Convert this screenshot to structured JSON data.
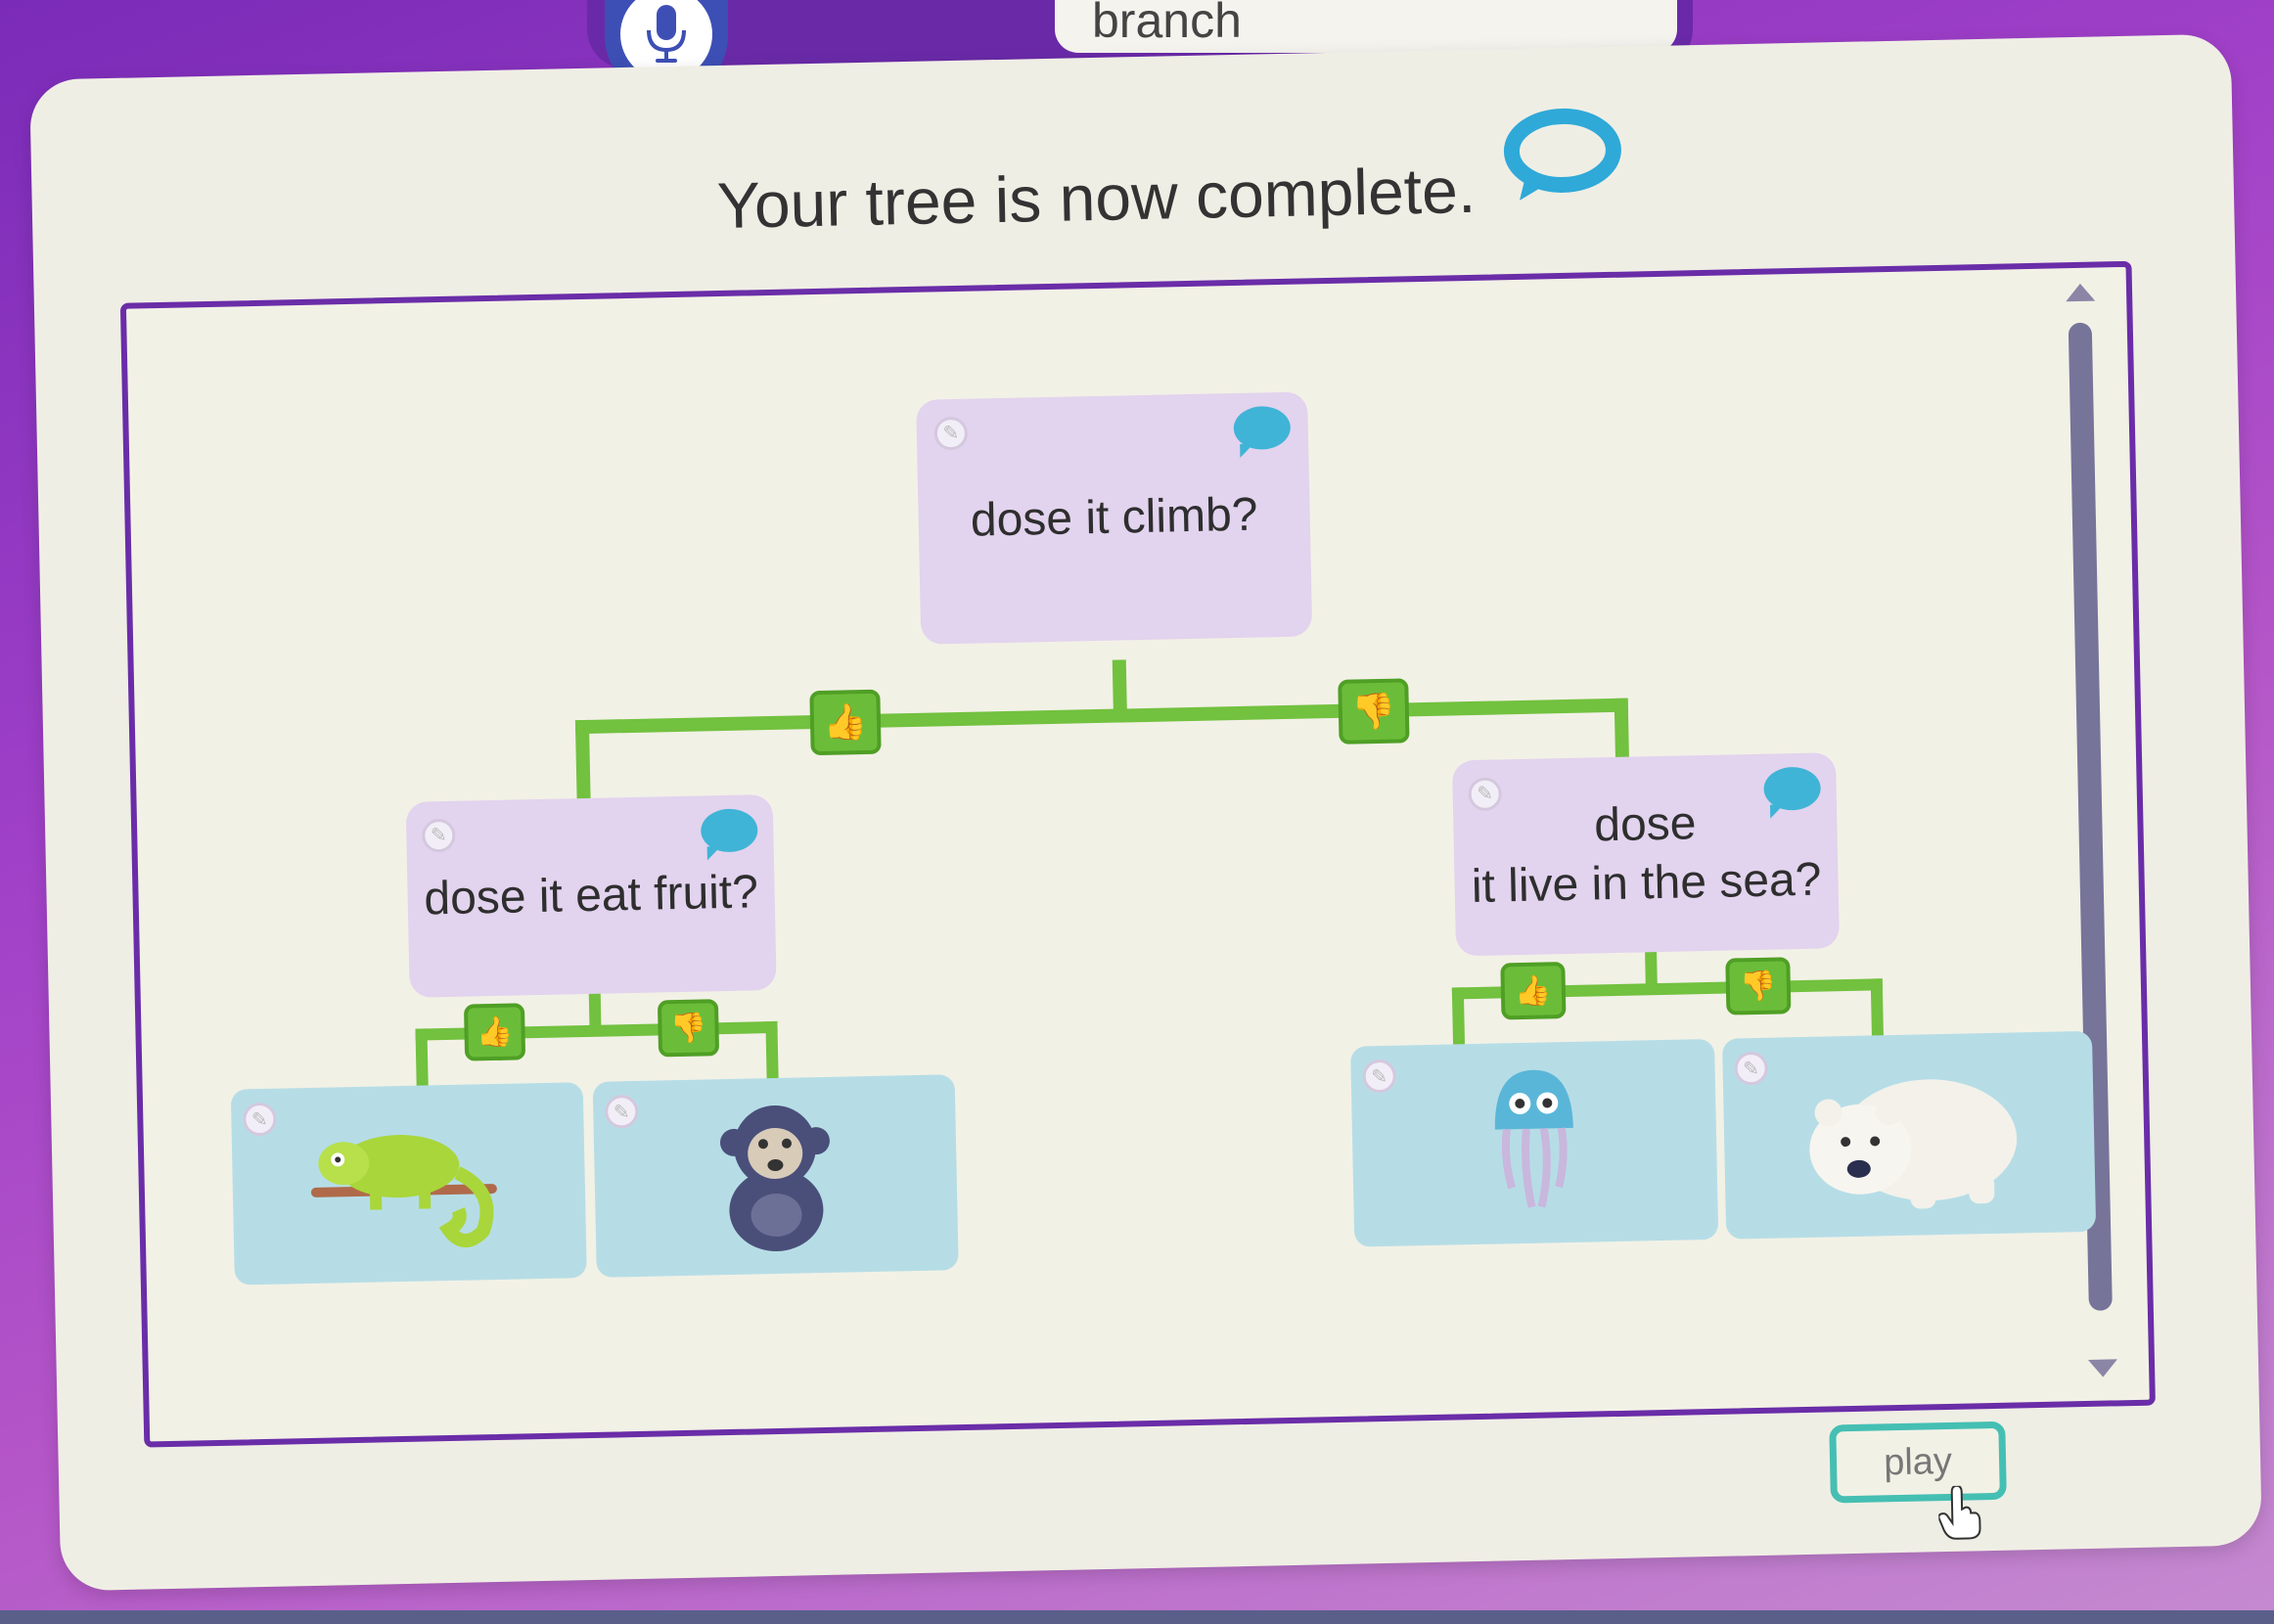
{
  "header": {
    "search_value": "branch",
    "mic_icon": "microphone-icon"
  },
  "panel": {
    "title": "Your tree is now complete.",
    "speech_icon": "speech-bubble-icon"
  },
  "tree": {
    "root": {
      "question": "dose it climb?"
    },
    "left": {
      "question": "dose it eat fruit?"
    },
    "right": {
      "question_line1": "dose",
      "question_line2": "it live in the sea?"
    },
    "branch_icons": {
      "yes": "thumbs-up-icon",
      "no": "thumbs-down-icon"
    },
    "leaves": [
      "chameleon",
      "monkey",
      "jellyfish",
      "polar-bear"
    ]
  },
  "actions": {
    "play_label": "play"
  },
  "colors": {
    "accent_purple": "#6a2da8",
    "branch_green": "#72c13f",
    "node_lilac": "#e2d3ee",
    "leaf_blue": "#b6dde6",
    "play_border": "#45bfb3"
  }
}
